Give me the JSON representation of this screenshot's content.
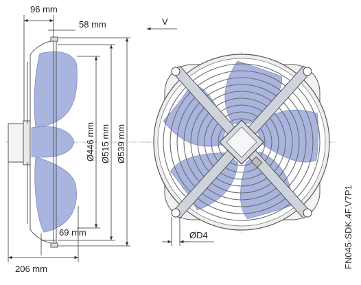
{
  "dimensions": {
    "overall_depth": "96 mm",
    "inner_offset": "58 mm",
    "blade_depth": "69 mm",
    "motor_depth": "206 mm",
    "impeller_diameter": "Ø446 mm",
    "guard_diameter": "Ø515 mm",
    "outer_diameter": "Ø539 mm",
    "mounting_hole": "ØD4"
  },
  "view": {
    "direction_label": "V"
  },
  "model_code": "FN045-SDK.4F.V7P1",
  "colors": {
    "blade": "#a9b5de",
    "frame": "#f2f2f2",
    "line": "#555555"
  }
}
